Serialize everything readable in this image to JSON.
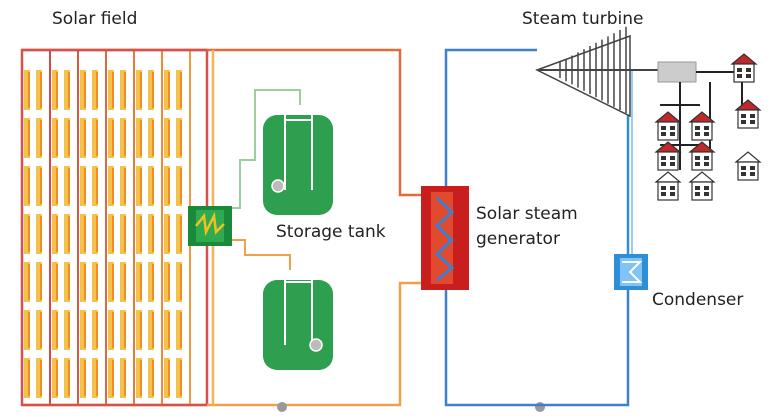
{
  "labels": {
    "solar_field": "Solar field",
    "steam_turbine": "Steam turbine",
    "storage_tank": "Storage tank",
    "solar_steam_generator_line1": "Solar steam",
    "solar_steam_generator_line2": "generator",
    "condenser": "Condenser"
  },
  "colors": {
    "hot_loop": "#e05a3c",
    "cold_loop": "#f4a24a",
    "steam_loop": "#3f7fd0",
    "mirror": "#f3c24a",
    "tank_fill": "#2e9e4f",
    "heat_exchanger": "#c81e1e",
    "condenser": "#2f8fd6",
    "turbine": "#444444",
    "house_roof": "#c0282a"
  },
  "icons": {
    "storage_heat_exchanger": "heat-exchanger-icon",
    "steam_generator": "heat-exchanger-icon",
    "condenser": "condenser-icon",
    "turbine": "turbine-icon",
    "transformer": "transformer-icon",
    "house": "house-icon"
  }
}
